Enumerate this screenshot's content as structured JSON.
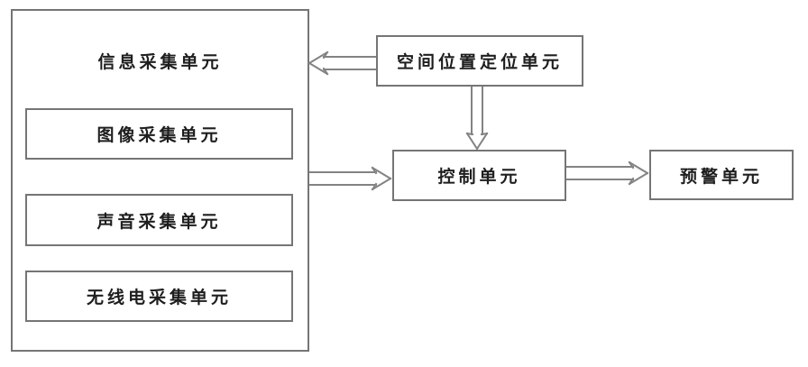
{
  "colors": {
    "background": "#ffffff",
    "box_border": "#757575",
    "arrow": "#838383",
    "text": "#1e1e1e"
  },
  "diagram": {
    "info_collection_unit": {
      "label": "信息采集单元",
      "sub_units": [
        {
          "label": "图像采集单元"
        },
        {
          "label": "声音采集单元"
        },
        {
          "label": "无线电采集单元"
        }
      ]
    },
    "spatial_positioning_unit": {
      "label": "空间位置定位单元"
    },
    "control_unit": {
      "label": "控制单元"
    },
    "warning_unit": {
      "label": "预警单元"
    },
    "connections": [
      {
        "from": "spatial_positioning_unit",
        "to": "info_collection_unit",
        "direction": "left"
      },
      {
        "from": "spatial_positioning_unit",
        "to": "control_unit",
        "direction": "down"
      },
      {
        "from": "info_collection_unit",
        "to": "control_unit",
        "direction": "right"
      },
      {
        "from": "control_unit",
        "to": "warning_unit",
        "direction": "right"
      }
    ]
  }
}
